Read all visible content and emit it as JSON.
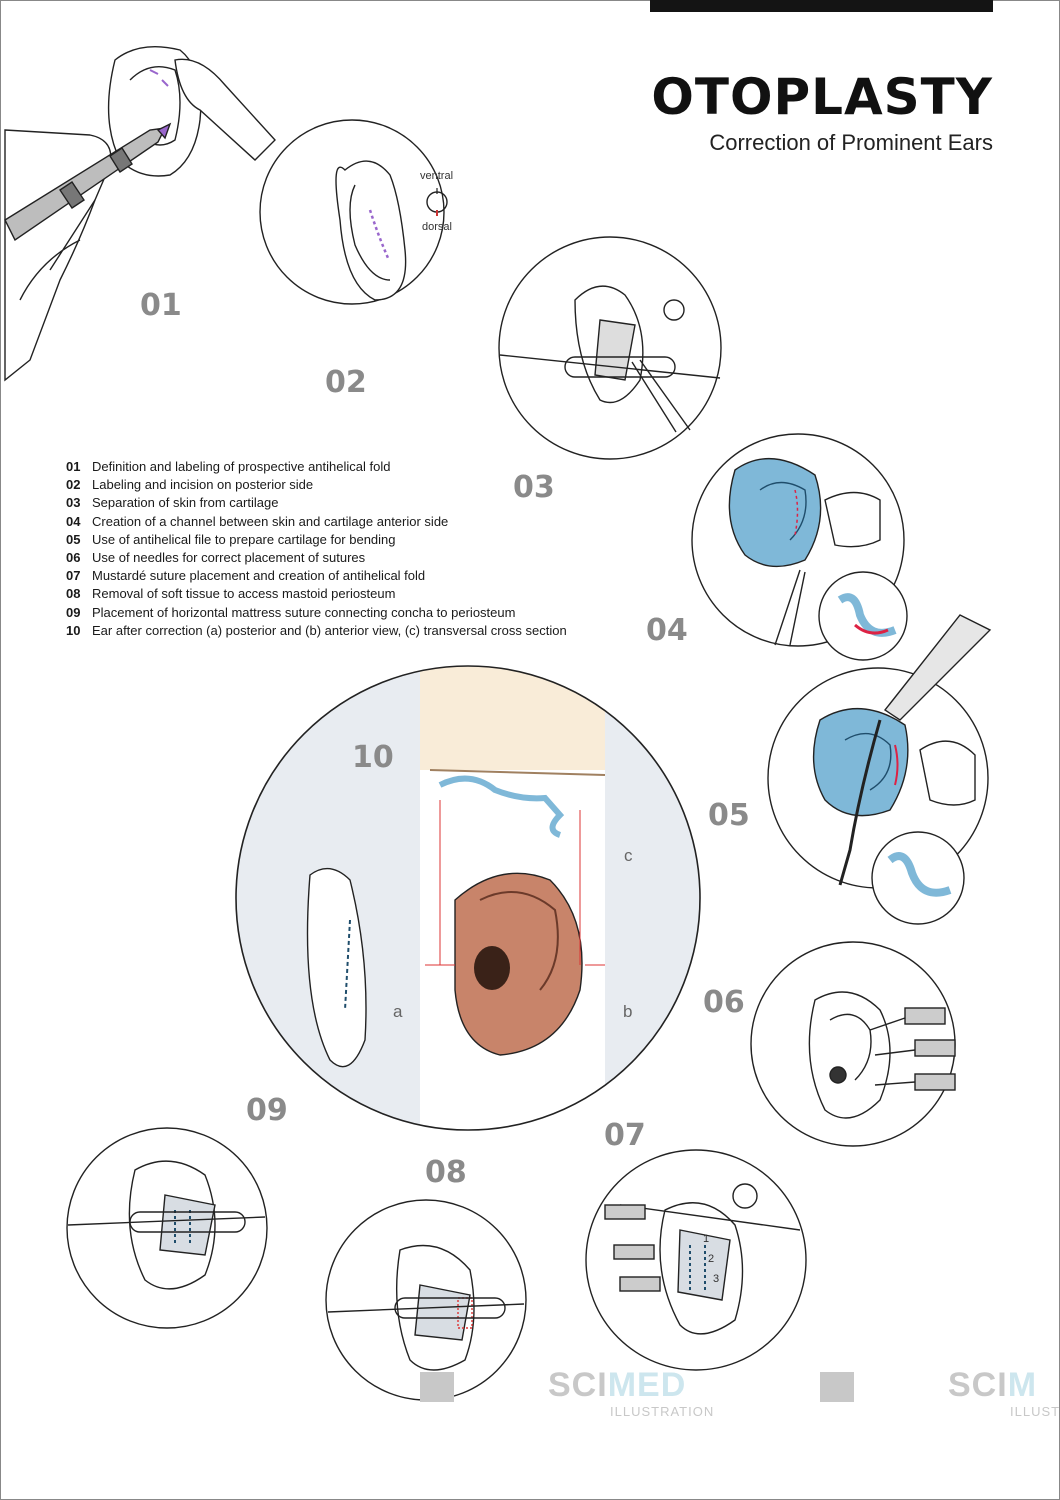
{
  "header": {
    "title": "OTOPLASTY",
    "subtitle": "Correction of Prominent Ears"
  },
  "steps": {
    "s01": "01",
    "s02": "02",
    "s03": "03",
    "s04": "04",
    "s05": "05",
    "s06": "06",
    "s07": "07",
    "s08": "08",
    "s09": "09",
    "s10": "10"
  },
  "orientation": {
    "ventral": "ventral",
    "dorsal": "dorsal"
  },
  "view_labels": {
    "a": "a",
    "b": "b",
    "c": "c"
  },
  "suture_numbers": [
    "1",
    "2",
    "3"
  ],
  "legend": [
    {
      "num": "01",
      "text": "Definition and labeling of prospective antihelical fold"
    },
    {
      "num": "02",
      "text": "Labeling and incision on posterior side"
    },
    {
      "num": "03",
      "text": "Separation of skin from cartilage"
    },
    {
      "num": "04",
      "text": "Creation of a channel between skin and cartilage anterior side"
    },
    {
      "num": "05",
      "text": "Use of antihelical file to prepare cartilage for bending"
    },
    {
      "num": "06",
      "text": "Use of needles for correct placement of sutures"
    },
    {
      "num": "07",
      "text": "Mustardé suture placement and creation of antihelical fold"
    },
    {
      "num": "08",
      "text": "Removal of soft tissue to access mastoid periosteum"
    },
    {
      "num": "09",
      "text": "Placement of horizontal mattress suture connecting concha to periosteum"
    },
    {
      "num": "10",
      "text": "Ear after correction (a) posterior and (b) anterior view, (c) transversal cross section"
    }
  ],
  "watermark": {
    "part1": "SCI",
    "part2": "MED",
    "sub": "ILLUSTRATION",
    "repeat_part1": "SCI",
    "repeat_part2": "M",
    "repeat_sub": "ILLUSTR"
  },
  "colors": {
    "accent_blue": "#7fb8d8",
    "marker_purple": "#9966cc",
    "skin": "#c8846a",
    "panel_grey": "#e8ecf1",
    "step_grey": "#8a8a8a"
  }
}
